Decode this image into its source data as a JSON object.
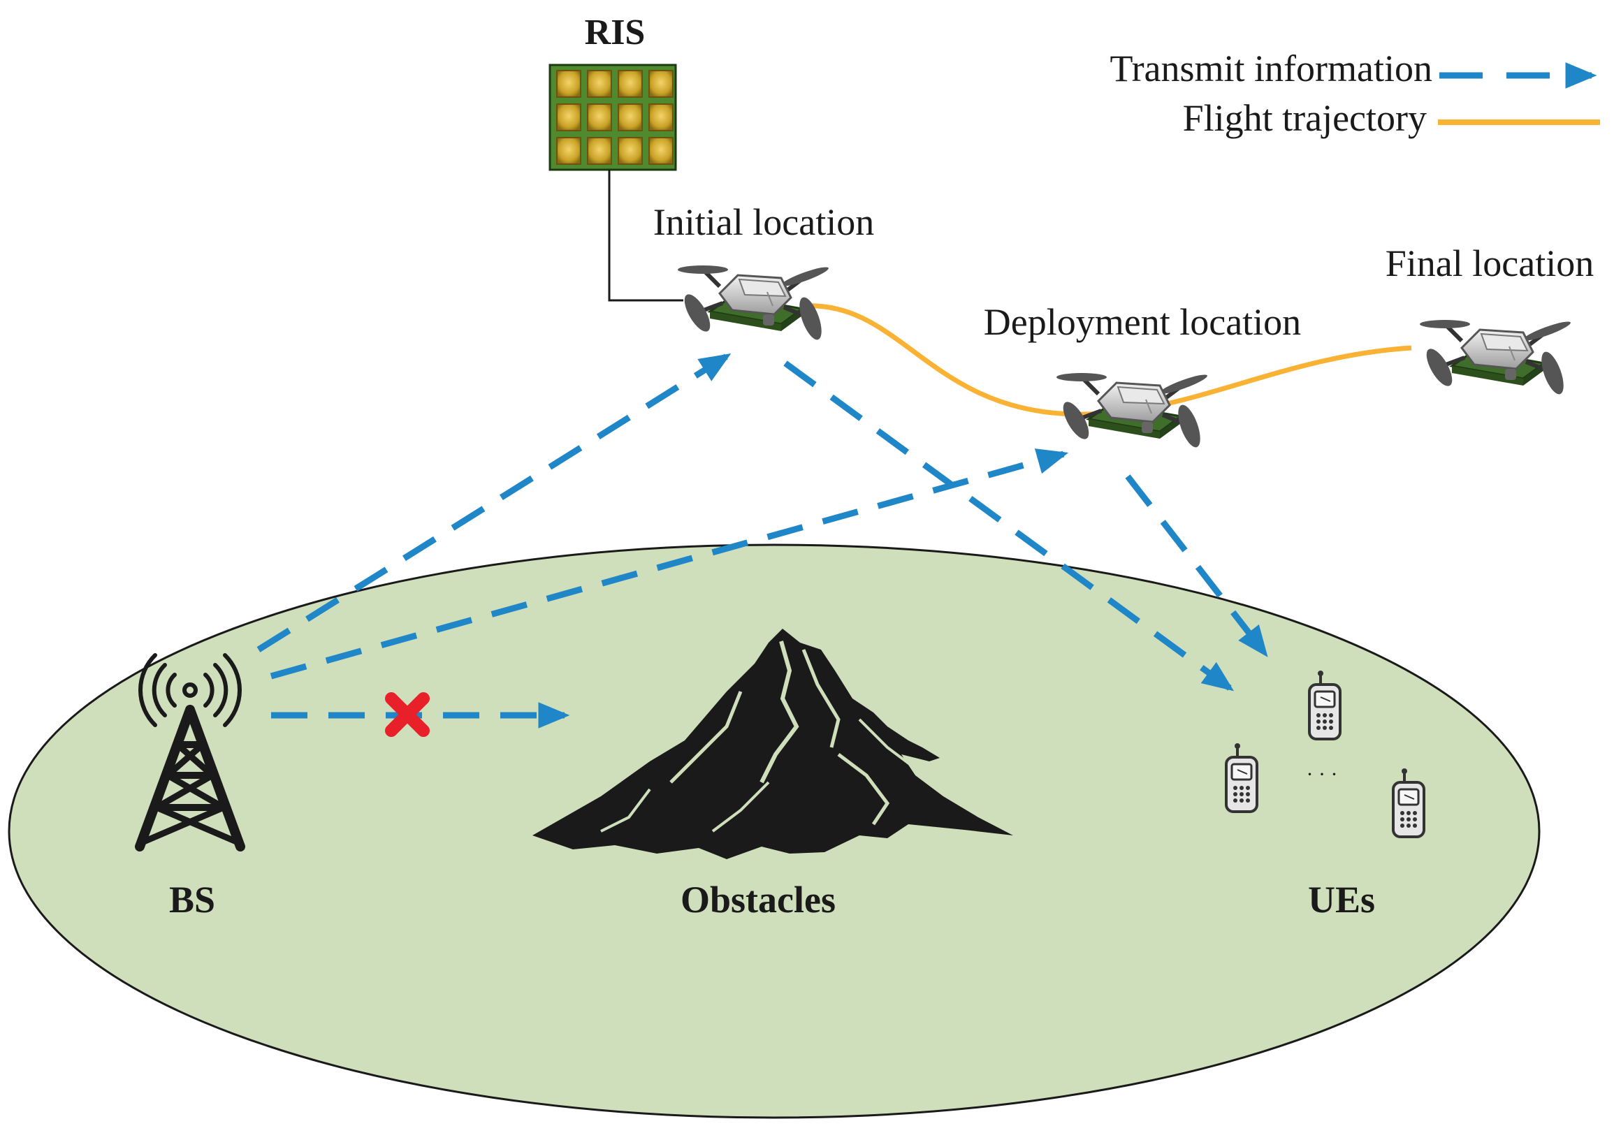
{
  "labels": {
    "ris": "RIS",
    "initial_location": "Initial location",
    "deployment_location": "Deployment location",
    "final_location": "Final location",
    "bs": "BS",
    "obstacles": "Obstacles",
    "ues": "UEs",
    "ue_ellipsis": "· · ·"
  },
  "legend": {
    "transmit_information": "Transmit information",
    "flight_trajectory": "Flight trajectory"
  },
  "colors": {
    "transmit_arrow": "#1f86c8",
    "flight_path": "#f9b233",
    "ground": "#cfdfbb",
    "ris_board": "#4f8a2f",
    "ris_element": "#c9a227",
    "blocked_mark": "#e8202a",
    "uav_body": "#d9d9d9",
    "uav_ris_panel": "#3f6e2a"
  },
  "icons": [
    "ris-panel-icon",
    "uav-drone-icon",
    "base-station-tower-icon",
    "mountain-icon",
    "mobile-phone-icon",
    "blocked-x-icon"
  ]
}
